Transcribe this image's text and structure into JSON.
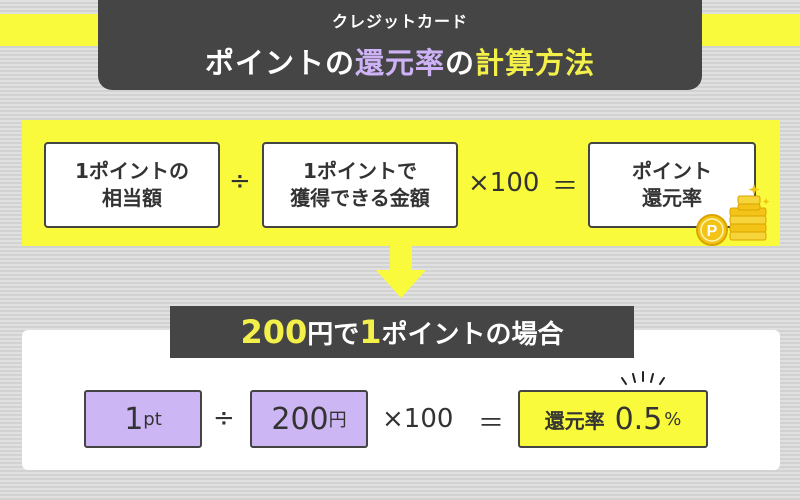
{
  "header": {
    "subtitle": "クレジットカード",
    "title_part1": "ポイントの",
    "title_part2": "還元率",
    "title_part3": "の",
    "title_part4": "計算方法"
  },
  "formula": {
    "box1_line1": "1ポイントの",
    "box1_line2": "相当額",
    "divide": "÷",
    "box2_line1": "1ポイントで",
    "box2_line2": "獲得できる金額",
    "times": "×100",
    "equals": "＝",
    "box3_line1": "ポイント",
    "box3_line2": "還元率",
    "coin_letter": "P"
  },
  "example": {
    "banner_num1": "200",
    "banner_text1": "円で",
    "banner_num2": "1",
    "banner_text2": "ポイントの場合",
    "box1_num": "1",
    "box1_unit": "pt",
    "divide": "÷",
    "box2_num": "200",
    "box2_unit": "円",
    "times": "×100",
    "equals": "＝",
    "result_label": "還元率",
    "result_value": "0.5",
    "result_unit": "%"
  },
  "colors": {
    "yellow": "#fafa3c",
    "purple": "#ccb6f4",
    "dark": "#454545"
  }
}
